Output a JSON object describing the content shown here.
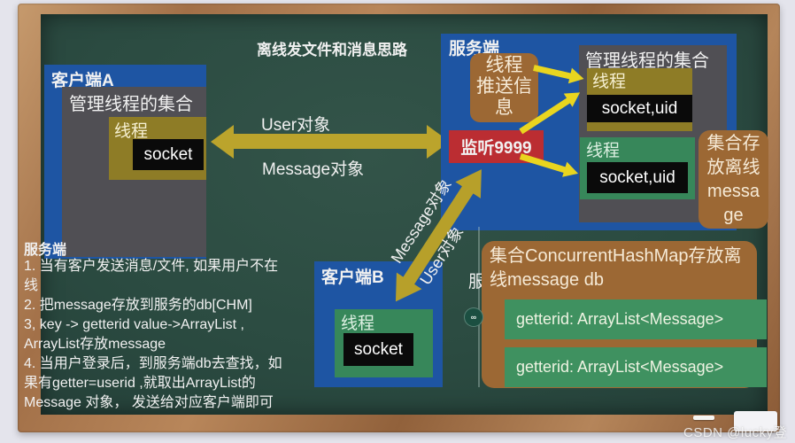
{
  "title": "离线发文件和消息思路",
  "client_a": {
    "label": "客户端A",
    "collection": "管理线程的集合",
    "thread": "线程",
    "socket": "socket"
  },
  "exchange_arrow": {
    "top": "User对象",
    "bottom": "Message对象"
  },
  "server": {
    "label": "服务端",
    "push_thread": "线程\n推送信\n息",
    "listener": "监听9999",
    "collection": "管理线程的集合",
    "thread_a": {
      "label": "线程",
      "socket": "socket,uid"
    },
    "thread_b": {
      "label": "线程",
      "socket": "socket,uid"
    },
    "offline_store": "集合存放离线message"
  },
  "upload_arrow": {
    "label_message": "Message对象",
    "label_user": "User对象"
  },
  "client_b": {
    "label": "客户端B",
    "thread": "线程",
    "socket": "socket"
  },
  "occluded_text": "服",
  "link_icon_glyph": "∞",
  "chm_store": {
    "title": "集合ConcurrentHashMap存放离\n线message db",
    "entries": [
      "getterid: ArrayList<Message>",
      "getterid: ArrayList<Message>"
    ]
  },
  "notes": {
    "heading": "服务端",
    "lines": [
      "1. 当有客户发送消息/文件, 如果用户不在",
      "线",
      "2. 把message存放到服务的db[CHM]",
      "3, key -> getterid value->ArrayList ,",
      "ArrayList存放message",
      "4. 当用户登录后，到服务端db去查找，如",
      "果有getter=userid ,就取出ArrayList的",
      "Message 对象， 发送给对应客户端即可"
    ]
  },
  "watermark": "CSDN @lucky登",
  "colors": {
    "board_green": "#2b4b41",
    "box_blue": "#1e55a3",
    "collection_gray": "#504f54",
    "thread_olive": "#8e7c26",
    "thread_green": "#37875a",
    "socket_black": "#0a0a0a",
    "store_brown": "#9c6834",
    "listener_red": "#bb2d32",
    "arrow_mustard": "#bba42c",
    "arrow_bright_yellow": "#e9d51f",
    "entry_green": "#3f9160",
    "frame_wood": "#a97a50"
  }
}
